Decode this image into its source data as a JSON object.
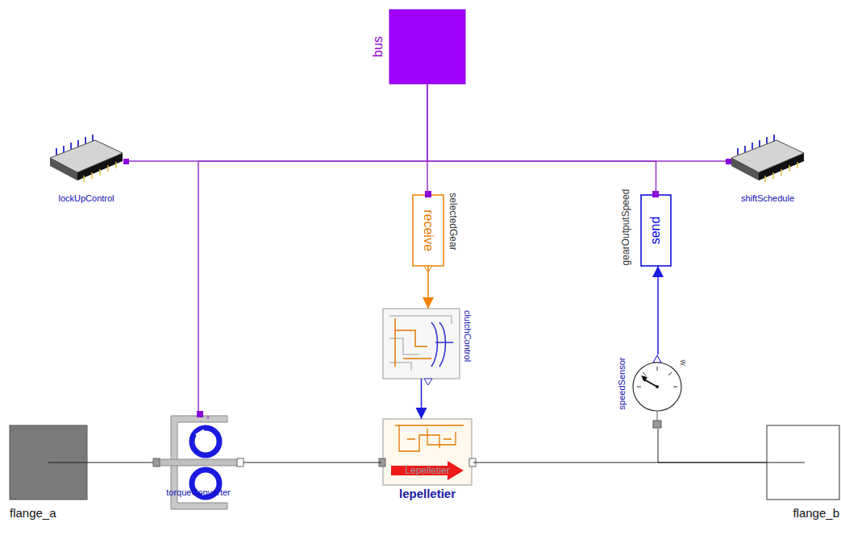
{
  "diagram": {
    "nodes": [
      {
        "text": [
          "bus"
        ]
      },
      {
        "text": [
          "lockUpControl"
        ]
      },
      {
        "text": [
          "shiftSchedule"
        ]
      },
      {
        "text": [
          "receive",
          "selectedGear"
        ]
      },
      {
        "text": [
          "send",
          "gearOutputSpeed"
        ]
      },
      {
        "text": [
          "clutchControl"
        ]
      },
      {
        "text": [
          "w",
          "speedSensor"
        ]
      },
      {
        "text": [
          "flange_a"
        ]
      },
      {
        "text": [
          "torqueConverter"
        ]
      },
      {
        "text": [
          "Lepelletier",
          "lepelletier"
        ]
      },
      {
        "text": [
          "flange_b"
        ]
      }
    ],
    "edges": [
      {
        "from": 0,
        "to": 1,
        "arrow": "none"
      },
      {
        "from": 0,
        "to": 3,
        "arrow": "none"
      },
      {
        "from": 0,
        "to": 4,
        "arrow": "none"
      },
      {
        "from": 0,
        "to": 2,
        "arrow": "none"
      },
      {
        "from": 0,
        "to": 8,
        "arrow": "none"
      },
      {
        "from": 3,
        "to": 5,
        "arrow": "to"
      },
      {
        "from": 5,
        "to": 9,
        "arrow": "to"
      },
      {
        "from": 6,
        "to": 4,
        "arrow": "to"
      },
      {
        "from": 7,
        "to": 8,
        "arrow": "none"
      },
      {
        "from": 8,
        "to": 9,
        "arrow": "none"
      },
      {
        "from": 9,
        "to": 10,
        "arrow": "none"
      },
      {
        "from": 6,
        "to": 10,
        "arrow": "none"
      }
    ]
  }
}
